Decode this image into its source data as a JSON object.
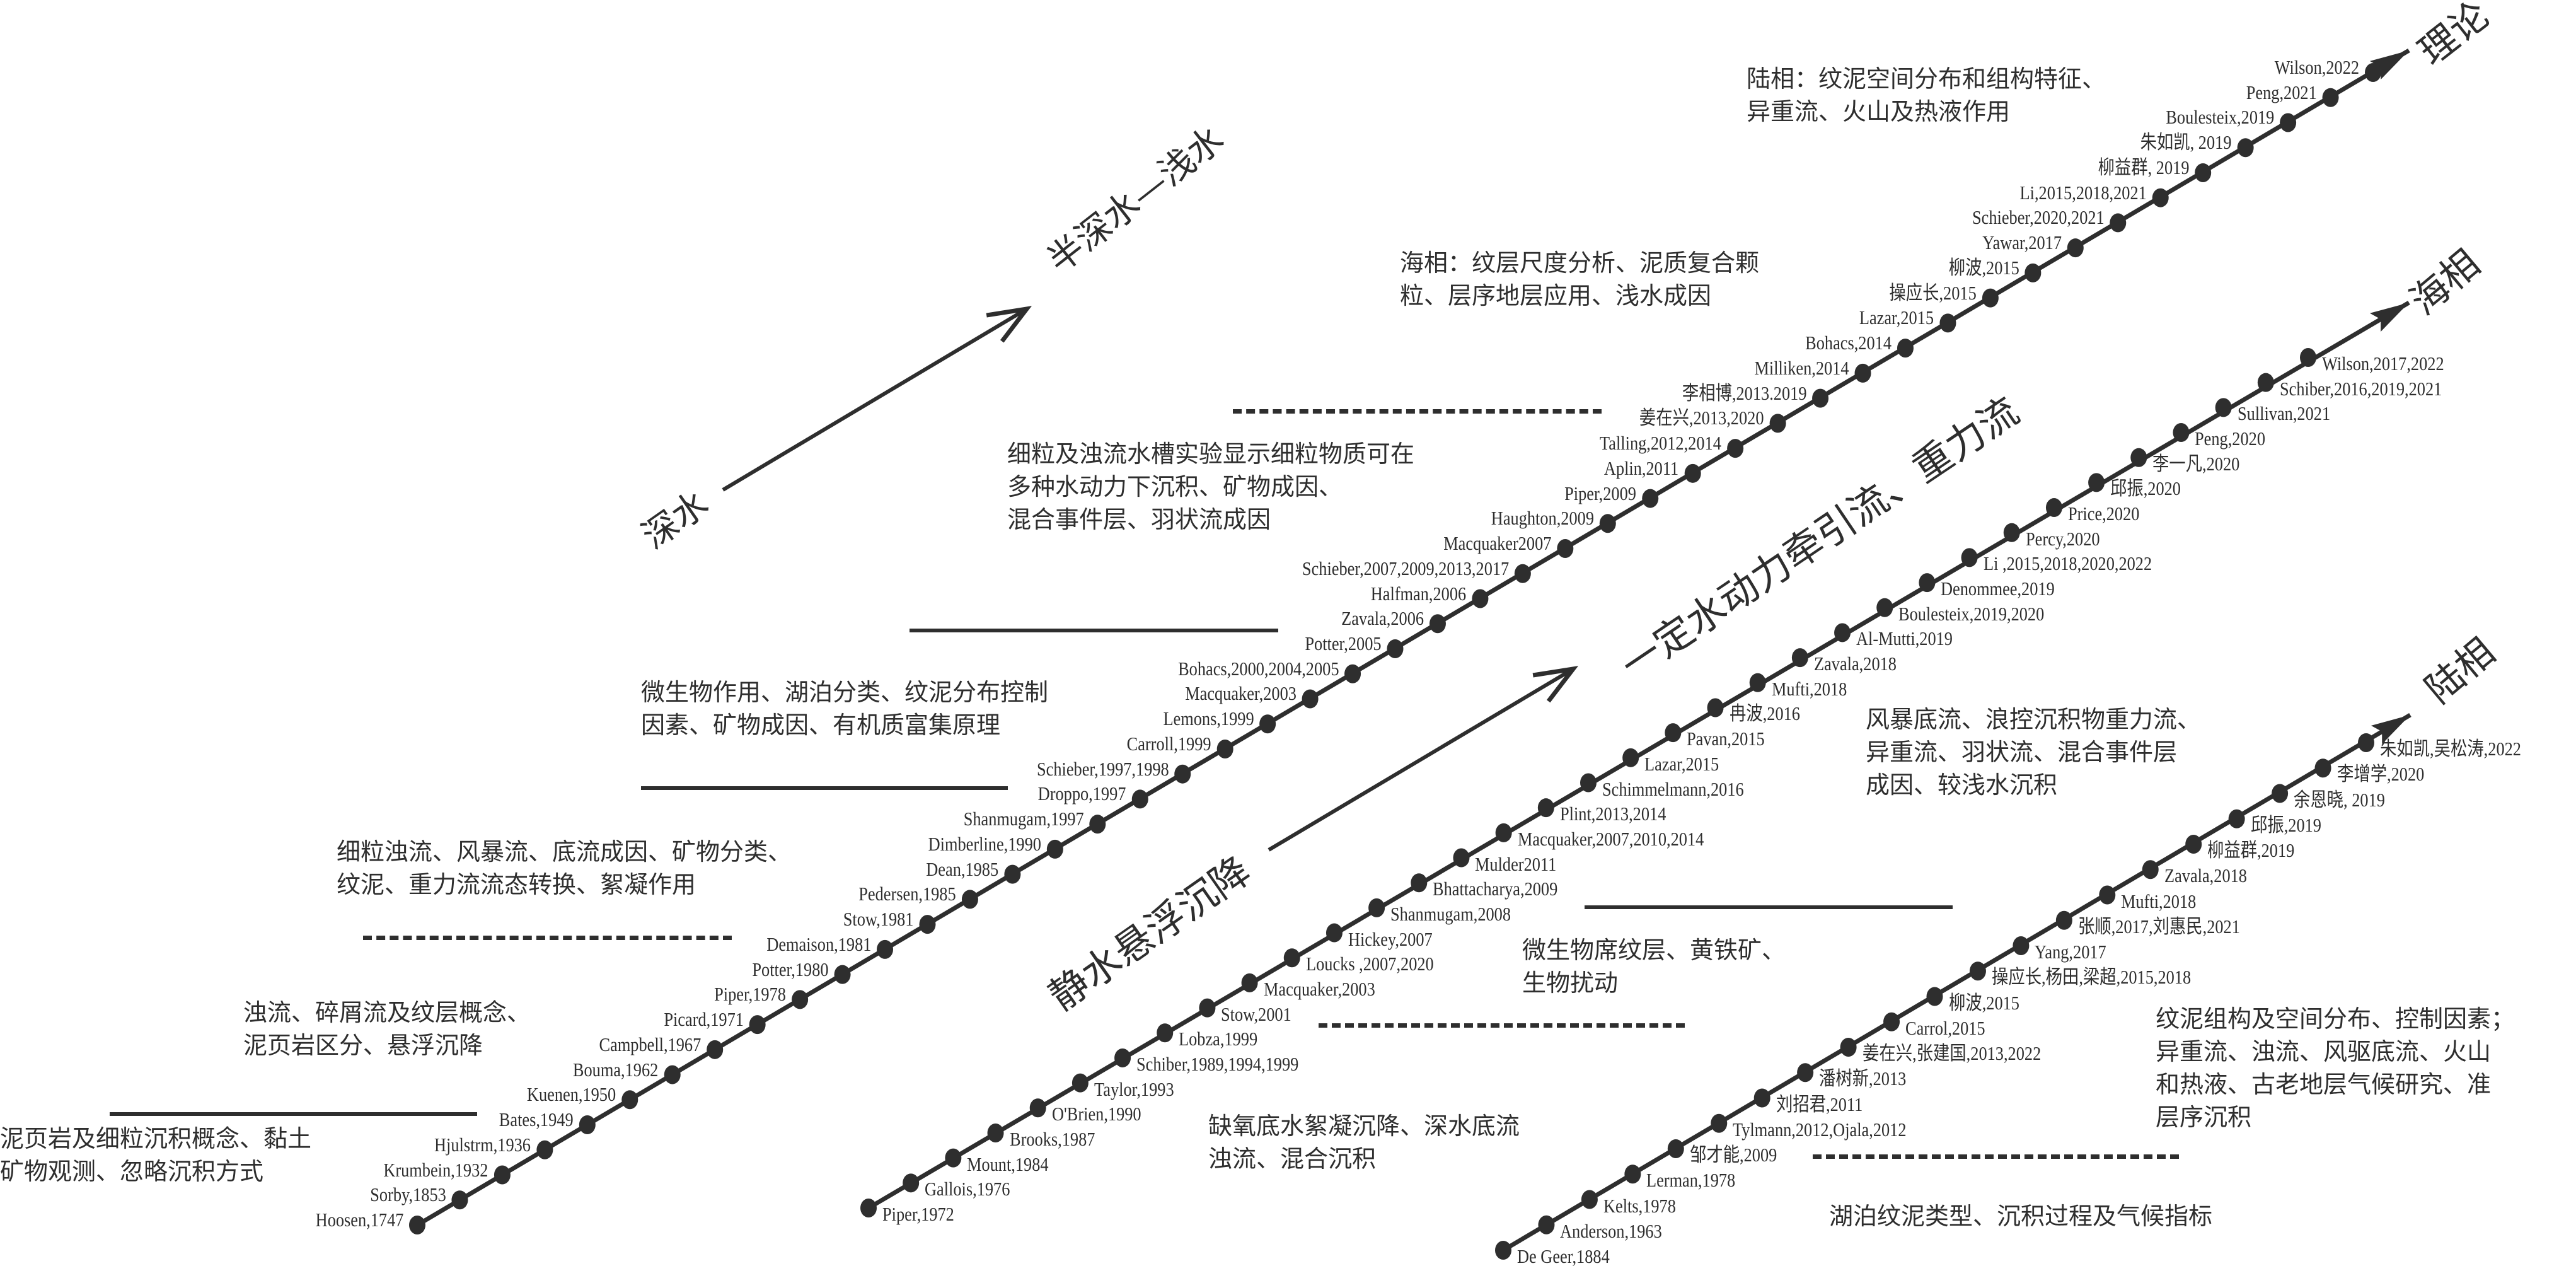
{
  "colors": {
    "ink": "#2e2e2e",
    "background": "#ffffff"
  },
  "direction_labels": {
    "deep": "深水",
    "semi_deep_shallow": "半深水—浅水",
    "still_water": "静水悬浮沉降",
    "traction_gravity": "一定水动力牵引流、重力流",
    "theory": "理论",
    "marine": "海相",
    "lacustrine": "陆相"
  },
  "descriptions": {
    "d1": [
      "泥页岩及细粒沉积概念、黏土",
      "矿物观测、忽略沉积方式"
    ],
    "d2": [
      "浊流、碎屑流及纹层概念、",
      "泥页岩区分、悬浮沉降"
    ],
    "d3": [
      "细粒浊流、风暴流、底流成因、矿物分类、",
      "纹泥、重力流流态转换、絮凝作用"
    ],
    "d4": [
      "微生物作用、湖泊分类、纹泥分布控制",
      "因素、矿物成因、有机质富集原理"
    ],
    "d5": [
      "细粒及浊流水槽实验显示细粒物质可在",
      "多种水动力下沉积、矿物成因、",
      "混合事件层、羽状流成因"
    ],
    "d6": [
      "海相：纹层尺度分析、泥质复合颗",
      "粒、层序地层应用、浅水成因"
    ],
    "d7": [
      "陆相：纹泥空间分布和组构特征、",
      "异重流、火山及热液作用"
    ],
    "d8": [
      "微生物席纹层、黄铁矿、",
      "生物扰动"
    ],
    "d9": [
      "缺氧底水絮凝沉降、深水底流",
      "浊流、混合沉积"
    ],
    "d10": [
      "风暴底流、浪控沉积物重力流、",
      "异重流、羽状流、混合事件层",
      "成因、较浅水沉积"
    ],
    "d11": [
      "纹泥组构及空间分布、控制因素；",
      "异重流、浊流、风驱底流、火山",
      "和热液、古老地层气候研究、准",
      "层序沉积"
    ],
    "d12": [
      "湖泊纹泥类型、沉积过程及气候指标"
    ]
  },
  "timelines": {
    "theory": [
      "Hoosen,1747",
      "Sorby,1853",
      "Krumbein,1932",
      "Hjulstrm,1936",
      "Bates,1949",
      "Kuenen,1950",
      "Bouma,1962",
      "Campbell,1967",
      "Picard,1971",
      "Piper,1978",
      "Potter,1980",
      "Demaison,1981",
      "Stow,1981",
      "Pedersen,1985",
      "Dean,1985",
      "Dimberline,1990",
      "Shanmugam,1997",
      "Droppo,1997",
      "Schieber,1997,1998",
      "Carroll,1999",
      "Lemons,1999",
      "Macquaker,2003",
      "Bohacs,2000,2004,2005",
      "Potter,2005",
      "Zavala,2006",
      "Halfman,2006",
      "Schieber,2007,2009,2013,2017",
      "Macquaker2007",
      "Haughton,2009",
      "Piper,2009",
      "Aplin,2011",
      "Talling,2012,2014",
      "姜在兴,2013,2020",
      "李相博,2013.2019",
      "Milliken,2014",
      "Bohacs,2014",
      "Lazar,2015",
      "操应长,2015",
      "柳波,2015",
      "Yawar,2017",
      "Schieber,2020,2021",
      "Li,2015,2018,2021",
      "柳益群, 2019",
      "朱如凯, 2019",
      "Boulesteix,2019",
      "Peng,2021",
      "Wilson,2022"
    ],
    "marine": [
      "Piper,1972",
      "Gallois,1976",
      "Mount,1984",
      "Brooks,1987",
      "O'Brien,1990",
      "Taylor,1993",
      "Schiber,1989,1994,1999",
      "Lobza,1999",
      "Stow,2001",
      "Macquaker,2003",
      "Loucks ,2007,2020",
      "Hickey,2007",
      "Shanmugam,2008",
      "Bhattacharya,2009",
      "Mulder2011",
      "Macquaker,2007,2010,2014",
      "Plint,2013,2014",
      "Schimmelmann,2016",
      "Lazar,2015",
      "Pavan,2015",
      "冉波,2016",
      "Mufti,2018",
      "Zavala,2018",
      "Al-Mutti,2019",
      "Boulesteix,2019,2020",
      "Denommee,2019",
      "Li ,2015,2018,2020,2022",
      "Percy,2020",
      "Price,2020",
      "邱振,2020",
      "李一凡,2020",
      "Peng,2020",
      "Sullivan,2021",
      "Schiber,2016,2019,2021",
      "Wilson,2017,2022"
    ],
    "lacustrine": [
      "De Geer,1884",
      "Anderson,1963",
      "Kelts,1978",
      "Lerman,1978",
      "邹才能,2009",
      "Tylmann,2012,Ojala,2012",
      "刘招君,2011",
      "潘树新,2013",
      "姜在兴,张建国,2013,2022",
      "Carrol,2015",
      "柳波,2015",
      "操应长,杨田,梁超,2015,2018",
      "Yang,2017",
      "张顺,2017,刘惠民,2021",
      "Mufti,2018",
      "Zavala,2018",
      "柳益群,2019",
      "邱振,2019",
      "余恩晓, 2019",
      "李增学,2020",
      "朱如凯,吴松涛,2022"
    ]
  }
}
